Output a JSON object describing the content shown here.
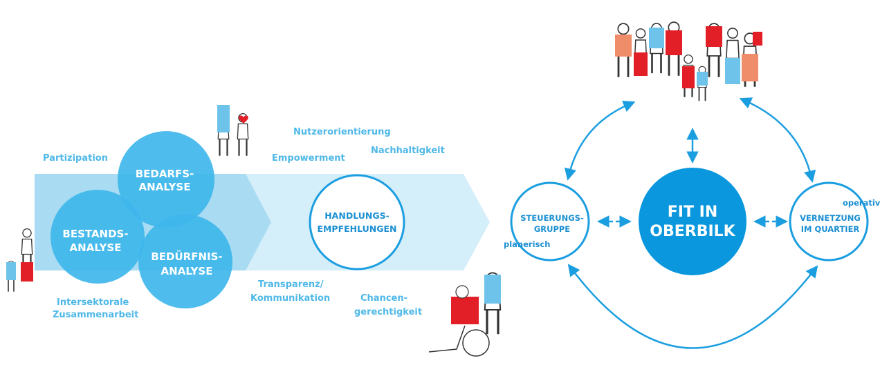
{
  "colors": {
    "arrow_dark": "#a9dcf3",
    "arrow_light": "#d4eefa",
    "circle_blue": "#3fb6ec",
    "circle_deep": "#0a97dd",
    "stroke": "#1b9ee0",
    "text_light": "#4fb8e8",
    "people_red": "#e21f26",
    "people_blue": "#6ec3ea",
    "people_salmon": "#ef8d6b"
  },
  "icons": [
    "person-figure",
    "heart-icon",
    "wheelchair-icon"
  ],
  "analysis": {
    "bedarf": [
      "BEDARFS-",
      "ANALYSE"
    ],
    "bestand": [
      "BESTANDS-",
      "ANALYSE"
    ],
    "beduerfnis": [
      "BEDÜRFNIS-",
      "ANALYSE"
    ]
  },
  "labels": {
    "partizipation": "Partizipation",
    "intersektoral": [
      "Intersektorale",
      "Zusammenarbeit"
    ],
    "nutzerorientierung": "Nutzerorientierung",
    "empowerment": "Empowerment",
    "nachhaltigkeit": "Nachhaltigkeit",
    "transparenz": [
      "Transparenz/",
      "Kommunikation"
    ],
    "chancen": [
      "Chancen-",
      "gerechtigkeit"
    ]
  },
  "handlung": [
    "HANDLUNGS-",
    "EMPFEHLUNGEN"
  ],
  "network": {
    "center": [
      "FIT IN",
      "OBERBILK"
    ],
    "steuerung": [
      "STEUERUNGS-",
      "GRUPPE"
    ],
    "steuerung_note": "planerisch",
    "vernetzung": [
      "VERNETZUNG",
      "IM QUARTIER"
    ],
    "vernetzung_note": "operativ"
  }
}
